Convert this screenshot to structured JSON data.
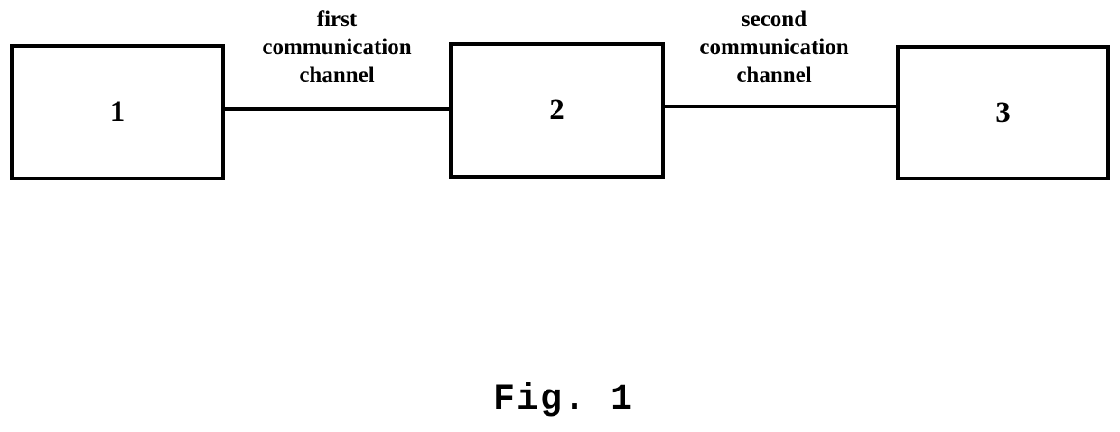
{
  "figure": {
    "caption": "Fig. 1",
    "nodes": [
      {
        "label": "1"
      },
      {
        "label": "2"
      },
      {
        "label": "3"
      }
    ],
    "channels": [
      {
        "label": "first\ncommunication\nchannel"
      },
      {
        "label": "second\ncommunication\nchannel"
      }
    ]
  }
}
